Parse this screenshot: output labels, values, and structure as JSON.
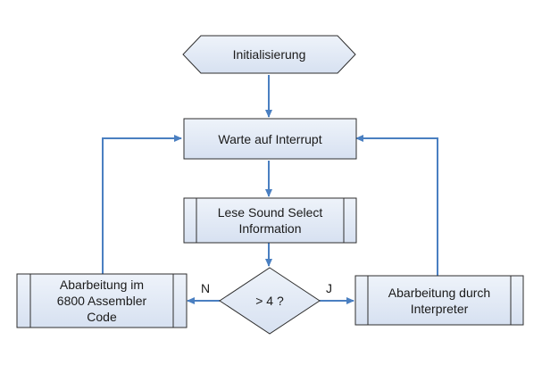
{
  "flowchart": {
    "start": "Initialisierung",
    "wait": "Warte auf Interrupt",
    "read": "Lese Sound Select\nInformation",
    "decision": "> 4 ?",
    "no_branch": "Abarbeitung im\n6800 Assembler\nCode",
    "yes_branch": "Abarbeitung durch\nInterpreter",
    "no_label": "N",
    "yes_label": "J"
  },
  "colors": {
    "fill": "#dfe7f4",
    "fill_light": "#eef3fa",
    "stroke": "#2e2e2e",
    "arrow": "#4a7fc1"
  }
}
